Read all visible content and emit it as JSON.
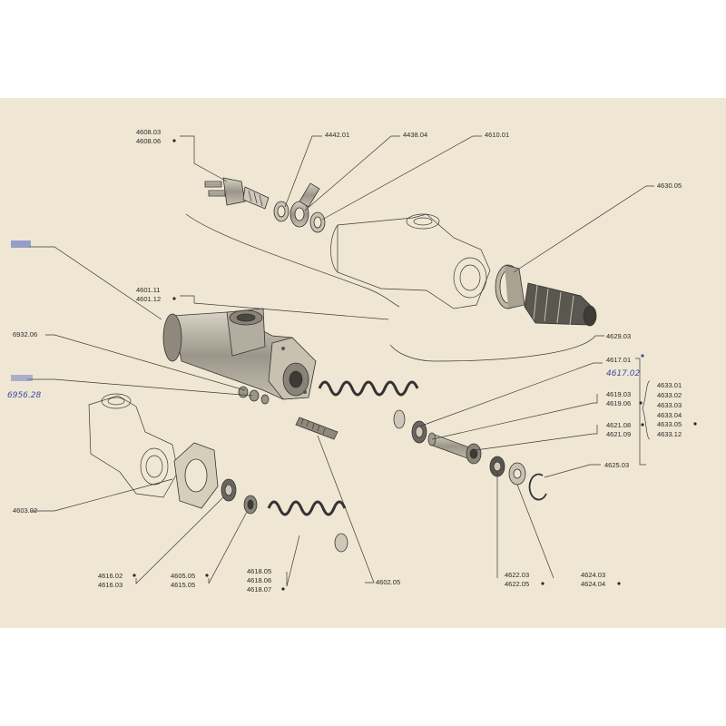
{
  "labels": {
    "l4608_03": "4608.03",
    "l4608_06": "4608.06",
    "l4442_01": "4442.01",
    "l4438_04": "4438.04",
    "l4610_01": "4610.01",
    "l4630_05": "4630.05",
    "l4601_11": "4601.11",
    "l4601_12": "4601.12",
    "l6932_06": "6932.06",
    "l4629_03": "4629.03",
    "l4617_01": "4617.01",
    "l4619_03": "4619.03",
    "l4619_06": "4619.06",
    "l4633_01": "4633.01",
    "l4633_02": "4633.02",
    "l4633_03": "4633.03",
    "l4633_04": "4633.04",
    "l4633_05": "4633.05",
    "l4633_12": "4633.12",
    "l4621_08": "4621.08",
    "l4621_09": "4621.09",
    "l4625_03": "4625.03",
    "l4603_02": "4603.02",
    "l4616_02": "4616.02",
    "l4616_03": "4616.03",
    "l4605_05": "4605.05",
    "l4615_05": "4615.05",
    "l4618_05": "4618.05",
    "l4618_06": "4618.06",
    "l4618_07": "4618.07",
    "l4602_05": "4602.05",
    "l4622_03": "4622.03",
    "l4622_05": "4622.05",
    "l4624_03": "4624.03",
    "l4624_04": "4624.04"
  },
  "handwritten": {
    "h4617_02": "4617.02",
    "h6956_28": "6956.28"
  },
  "colors": {
    "paper": "#efe7d3",
    "ink": "#2a2a2a",
    "handwriting": "#3a4fa0",
    "part_fill": "#b9b3a6"
  }
}
